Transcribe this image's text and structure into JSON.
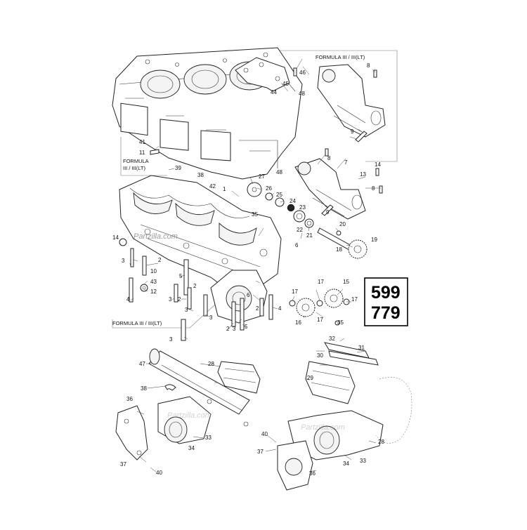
{
  "section_labels": {
    "top_right": "FORMULA III / III(LT)",
    "left_box_line1": "FORMULA",
    "left_box_line2": "III / III(LT)",
    "bottom_left": "FORMULA III / III(LT)"
  },
  "model_box": {
    "line1": "599",
    "line2": "779"
  },
  "watermark": "Partzilla.com",
  "callouts": {
    "c1": "1",
    "c2": "2",
    "c3": "3",
    "c4": "4",
    "c5": "5",
    "c6": "6",
    "c7": "7",
    "c8": "8",
    "c9": "9",
    "c10": "10",
    "c11": "11",
    "c12": "12",
    "c13": "13",
    "c14": "14",
    "c15": "15",
    "c16": "16",
    "c17": "17",
    "c18": "18",
    "c19": "19",
    "c20": "20",
    "c21": "21",
    "c22": "22",
    "c23": "23",
    "c24": "24",
    "c25": "25",
    "c26": "26",
    "c27": "27",
    "c28": "28",
    "c29": "29",
    "c30": "30",
    "c31": "31",
    "c32": "32",
    "c33": "33",
    "c34": "34",
    "c35": "35",
    "c36": "36",
    "c37": "37",
    "c38": "38",
    "c39": "39",
    "c40": "40",
    "c41": "41",
    "c42": "42",
    "c43": "43",
    "c44": "44",
    "c45": "45",
    "c46": "46",
    "c47": "47",
    "c48": "48"
  }
}
